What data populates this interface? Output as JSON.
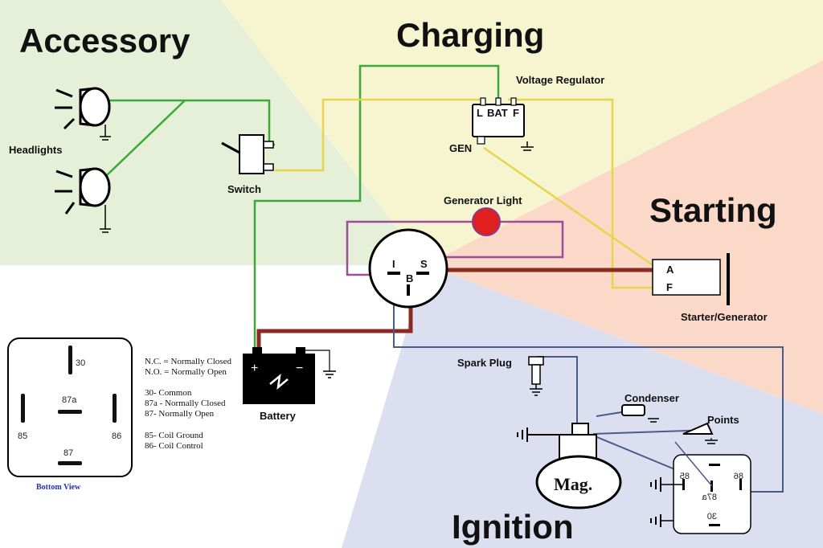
{
  "sections": {
    "accessory": "Accessory",
    "charging": "Charging",
    "starting": "Starting",
    "ignition": "Ignition"
  },
  "components": {
    "headlights": "Headlights",
    "switch": "Switch",
    "voltage_regulator": "Voltage Regulator",
    "regulator_l": "L",
    "regulator_bat": "BAT",
    "regulator_f": "F",
    "regulator_gen": "GEN",
    "generator_light": "Generator Light",
    "switch_i": "I",
    "switch_s": "S",
    "switch_b": "B",
    "starter_generator": "Starter/Generator",
    "starter_a": "A",
    "starter_f": "F",
    "battery": "Battery",
    "battery_plus": "+",
    "battery_minus": "−",
    "spark_plug": "Spark Plug",
    "condenser": "Condenser",
    "points": "Points",
    "mag": "Mag."
  },
  "relay": {
    "pin_30": "30",
    "pin_87a": "87a",
    "pin_85": "85",
    "pin_86": "86",
    "pin_87": "87",
    "caption": "Bottom View"
  },
  "legend": {
    "nc": "N.C. = Normally Closed",
    "no": "N.O. = Normally Open",
    "c30": "30- Common",
    "c87a": "87a - Normally Closed",
    "c87": "87- Normally Open",
    "c85": "85- Coil Ground",
    "c86": "86- Coil Control"
  },
  "small_relay": {
    "pin_85": "85",
    "pin_87a": "87a",
    "pin_86": "86",
    "pin_30": "30"
  },
  "colors": {
    "accessory_zone": "#e6f0d8",
    "charging_zone": "#f6f5cf",
    "starting_zone": "#fbd9c9",
    "ignition_zone": "#dcdff0",
    "green_wire": "#3aa83a",
    "yellow_wire": "#e8d44a",
    "purple_wire": "#9b4d9b",
    "red_wire": "#8b2a22",
    "blue_wire": "#4a5a8a",
    "lamp": "#e02020"
  }
}
